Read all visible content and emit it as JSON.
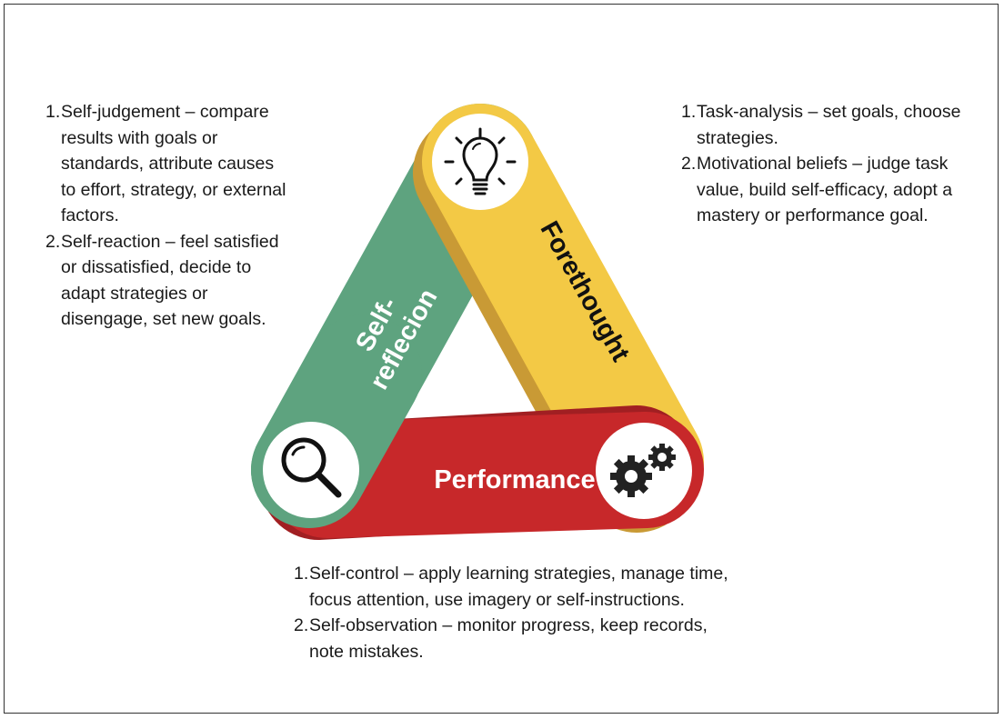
{
  "colors": {
    "green": "#5ea37f",
    "yellow": "#f3c945",
    "red": "#c7282a",
    "dark_green": "#4c8a68",
    "dark_yellow": "#c99a35",
    "dark_red": "#a11f22"
  },
  "phases": {
    "forethought": {
      "label": "Forethought",
      "icon": "lightbulb-icon"
    },
    "performance": {
      "label": "Performance",
      "icon": "gears-icon"
    },
    "self_reflection": {
      "label_line1": "Self-",
      "label_line2": "reflecion",
      "icon": "magnifier-icon"
    }
  },
  "self_reflection_notes": [
    {
      "num": "1.",
      "text": "Self-judgement – compare results with goals or standards, attribute causes to effort, strategy, or external factors."
    },
    {
      "num": "2.",
      "text": "Self-reaction – feel satisfied or dissatisfied, decide to adapt strategies or disengage, set new goals."
    }
  ],
  "forethought_notes": [
    {
      "num": "1.",
      "text": "Task-analysis – set goals, choose strategies."
    },
    {
      "num": "2.",
      "text": "Motivational beliefs – judge task value, build self-efficacy, adopt a mastery or performance goal."
    }
  ],
  "performance_notes": [
    {
      "num": "1.",
      "text": "Self-control – apply learning strategies, manage time, focus attention, use imagery or self-instructions."
    },
    {
      "num": "2.",
      "text": "Self-observation – monitor progress, keep records, note mistakes."
    }
  ]
}
